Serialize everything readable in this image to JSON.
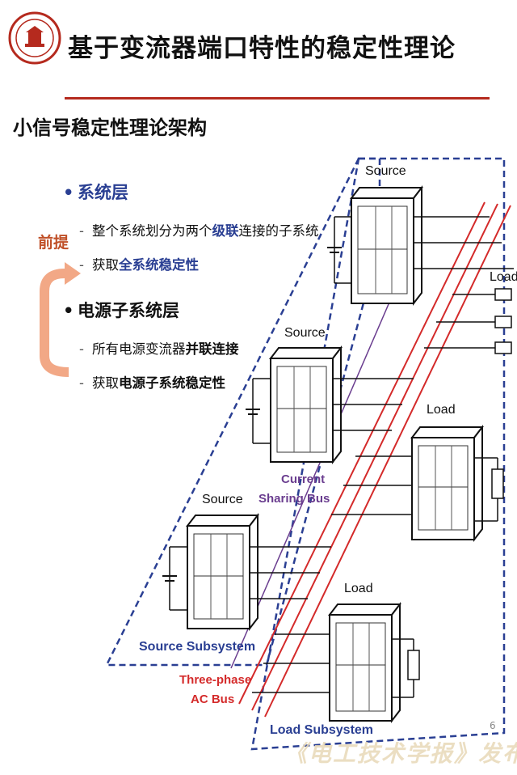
{
  "header": {
    "title": "基于变流器端口特性的稳定性理论",
    "subtitle": "小信号稳定性理论架构"
  },
  "hierarchy": {
    "level1": {
      "title": "系统层",
      "items": [
        {
          "pre": "整个系统划分为两个",
          "em": "级联",
          "post": "连接的子系统"
        },
        {
          "pre": "获取",
          "em": "全系统稳定性",
          "post": ""
        }
      ]
    },
    "level2": {
      "title": "电源子系统层",
      "items": [
        {
          "pre": "所有电源变流器",
          "em": "并联连接",
          "post": ""
        },
        {
          "pre": "获取",
          "em": "电源子系统稳定性",
          "post": ""
        }
      ]
    },
    "premise_label": "前提"
  },
  "diagram": {
    "source_label": "Source",
    "load_label": "Load",
    "current_sharing_bus": [
      "Current",
      "Sharing Bus"
    ],
    "source_subsystem": "Source Subsystem",
    "load_subsystem": "Load Subsystem",
    "ac_bus": [
      "Three-phase",
      "AC Bus"
    ]
  },
  "footer": {
    "watermark": "《电工技术学报》发布",
    "page_number": "6"
  },
  "colors": {
    "title_rule": "#b52a1e",
    "highlight_blue": "#2a3f93",
    "bus_red": "#d42a2a",
    "current_bus_purple": "#6a3d8f",
    "subsystem_dash": "#2a3f93",
    "premise_arrow": "#f2a886"
  }
}
